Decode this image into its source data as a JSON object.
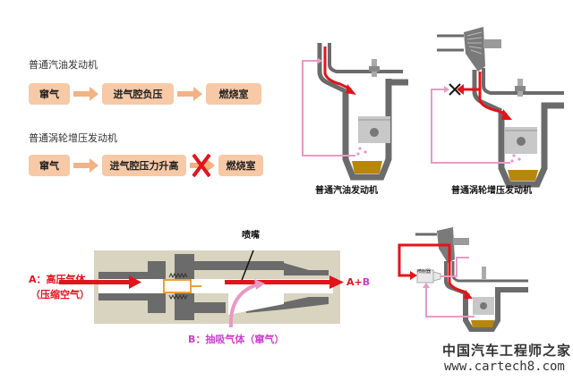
{
  "top_left": {
    "normal_engine": {
      "title": "普通汽油发动机",
      "steps": [
        "窜气",
        "进气腔负压",
        "燃烧室"
      ]
    },
    "turbo_engine": {
      "title": "普通涡轮增压发动机",
      "steps": [
        "窜气",
        "进气腔压力升高",
        "燃烧室"
      ],
      "blocked_step_marker": "x-icon"
    }
  },
  "engine_diagrams": {
    "normal_caption": "普通汽油发动机",
    "turbo_caption": "普通涡轮增压发动机"
  },
  "ejector": {
    "nozzle_label": "喷嘴",
    "input_a_line1": "A：高压气体",
    "input_a_line2": "（压缩空气）",
    "input_b": "B：抽吸气体（窜气）",
    "output_a": "A",
    "output_plus": "+",
    "output_b": "B"
  },
  "ejector_engine": {
    "ejector_label": "喷射器"
  },
  "watermark": {
    "cn": "中国汽车工程师之家",
    "url": "www.cartech8.com"
  },
  "colors": {
    "flow_box": "#f7c9a6",
    "flow_arrow": "#f4b183",
    "red_flow": "#e3131b",
    "pink_flow": "#e79ac4",
    "engine_gray": "#6b6b6b",
    "oil": "#b8860b"
  }
}
